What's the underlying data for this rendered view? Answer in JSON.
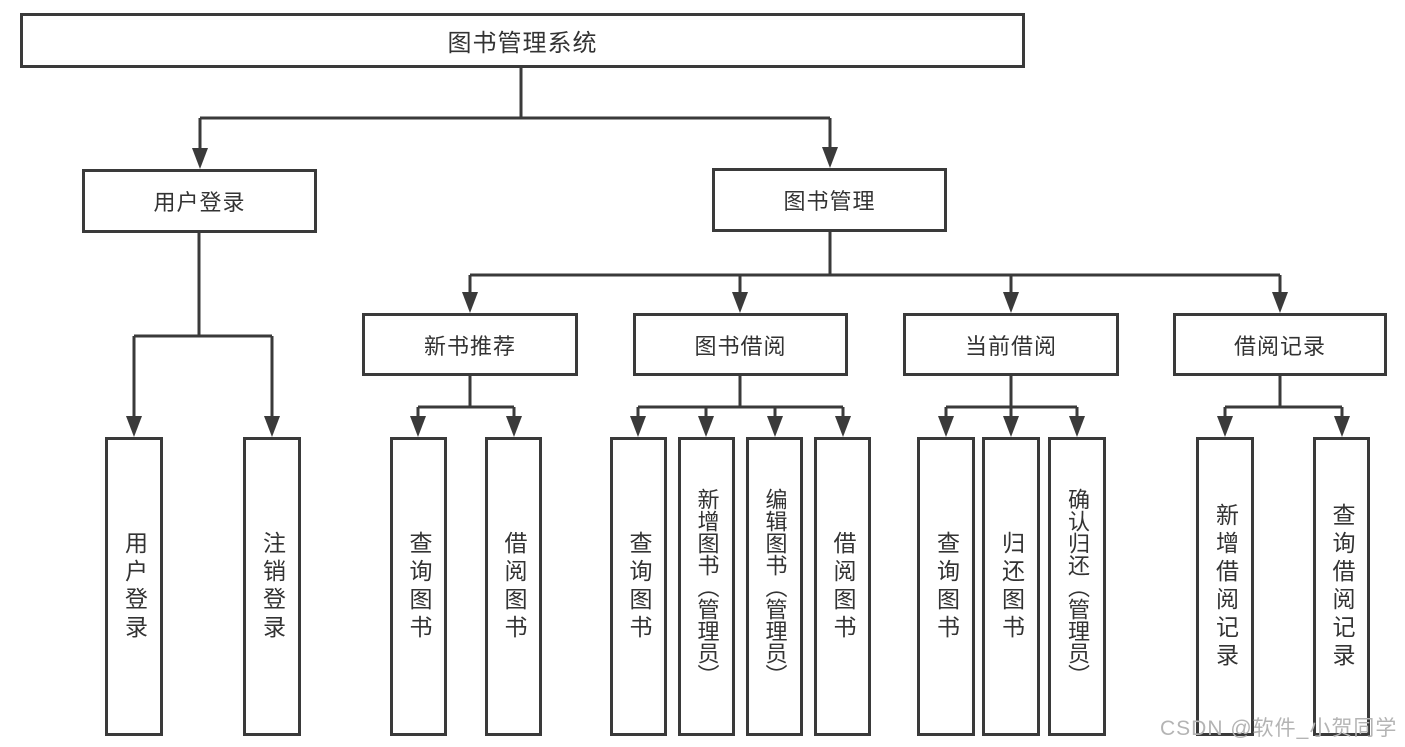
{
  "diagram": {
    "tree": {
      "label": "图书管理系统",
      "children": [
        {
          "label": "用户登录",
          "children": [
            {
              "label": "用户登录"
            },
            {
              "label": "注销登录"
            }
          ]
        },
        {
          "label": "图书管理",
          "children": [
            {
              "label": "新书推荐",
              "children": [
                {
                  "label": "查询图书"
                },
                {
                  "label": "借阅图书"
                }
              ]
            },
            {
              "label": "图书借阅",
              "children": [
                {
                  "label": "查询图书"
                },
                {
                  "label": "新增图书（管理员）"
                },
                {
                  "label": "编辑图书（管理员）"
                },
                {
                  "label": "借阅图书"
                }
              ]
            },
            {
              "label": "当前借阅",
              "children": [
                {
                  "label": "查询图书"
                },
                {
                  "label": "归还图书"
                },
                {
                  "label": "确认归还（管理员）"
                }
              ]
            },
            {
              "label": "借阅记录",
              "children": [
                {
                  "label": "新增借阅记录"
                },
                {
                  "label": "查询借阅记录"
                }
              ]
            }
          ]
        }
      ]
    },
    "colors": {
      "line": "#3a3a3a",
      "text": "#333333",
      "watermark": "#b4b4b4",
      "background": "#ffffff"
    }
  },
  "watermark": {
    "text": "CSDN @软件_小贺同学"
  }
}
